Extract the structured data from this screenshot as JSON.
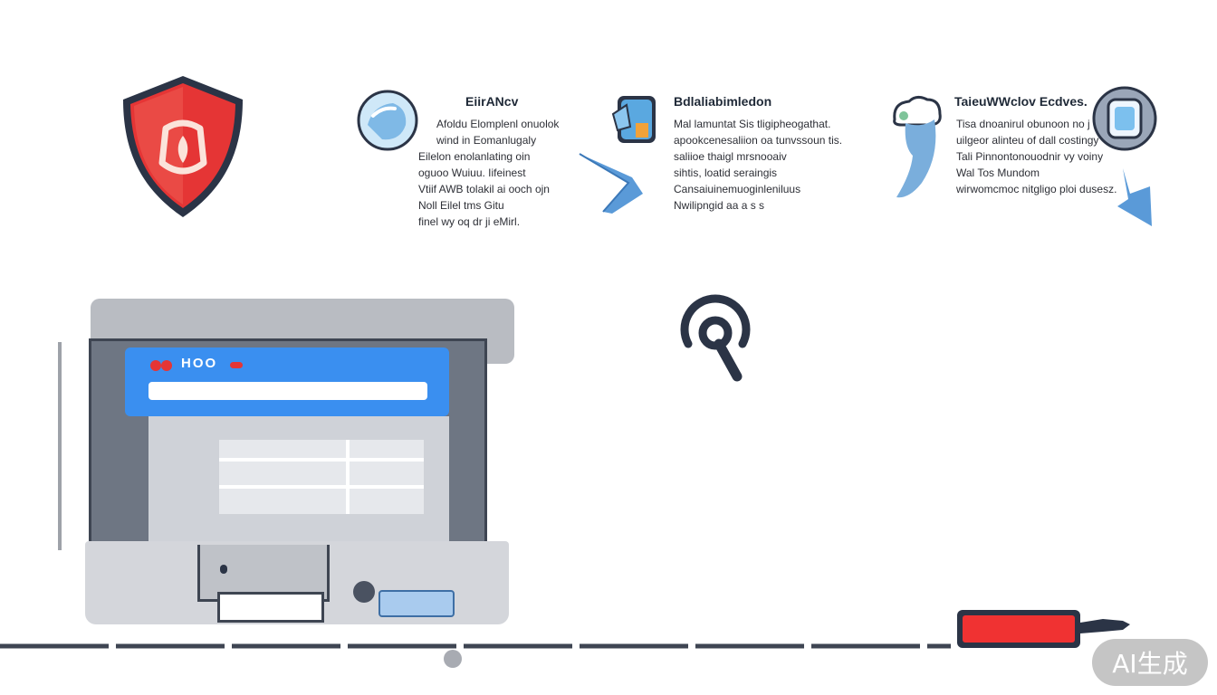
{
  "colors": {
    "shield_red": "#e53535",
    "accent_blue": "#3a8ff0",
    "dark_navy": "#2b3446",
    "monitor_gray": "#6e7683",
    "bar_red": "#f03232"
  },
  "features": [
    {
      "icon": "bubble-icon",
      "title": "EiirANcv",
      "lines": [
        "Afoldu Elomplenl onuolok",
        "wind in Eomanlugaly",
        "Eilelon enolanlating oin",
        "oguoo Wuiuu. Iifeinest",
        "Vtiif AWB tolakil ai ooch ojn",
        "Noll Eilel tms Gitu",
        "finel wy oq dr ji eMirl."
      ]
    },
    {
      "icon": "tablet-icon",
      "title": "Bdlaliabimledon",
      "lines": [
        "Mal lamuntat Sis tligipheogathat.",
        "apookcenesaliion oa tunvssoun tis.",
        "saliioe thaigl mrsnooaiv",
        "sihtis, loatid seraingis",
        "Cansaiuinemuoginleniluus",
        "Nwilipngid aa a s s"
      ]
    },
    {
      "icon": "cloud-icon",
      "title": "TaieuWWclov Ecdves.",
      "lines": [
        "Tisa dnoanirul obunoon no j",
        "uilgeor alinteu of dall costingy",
        "Tali Pinnontonouodnir vy voiny",
        "Wal Tos Mundom",
        "wirwomcmoc nitgligo ploi dusesz."
      ]
    }
  ],
  "browser_window": {
    "address_text": "HOO"
  },
  "watermark": "AI生成"
}
